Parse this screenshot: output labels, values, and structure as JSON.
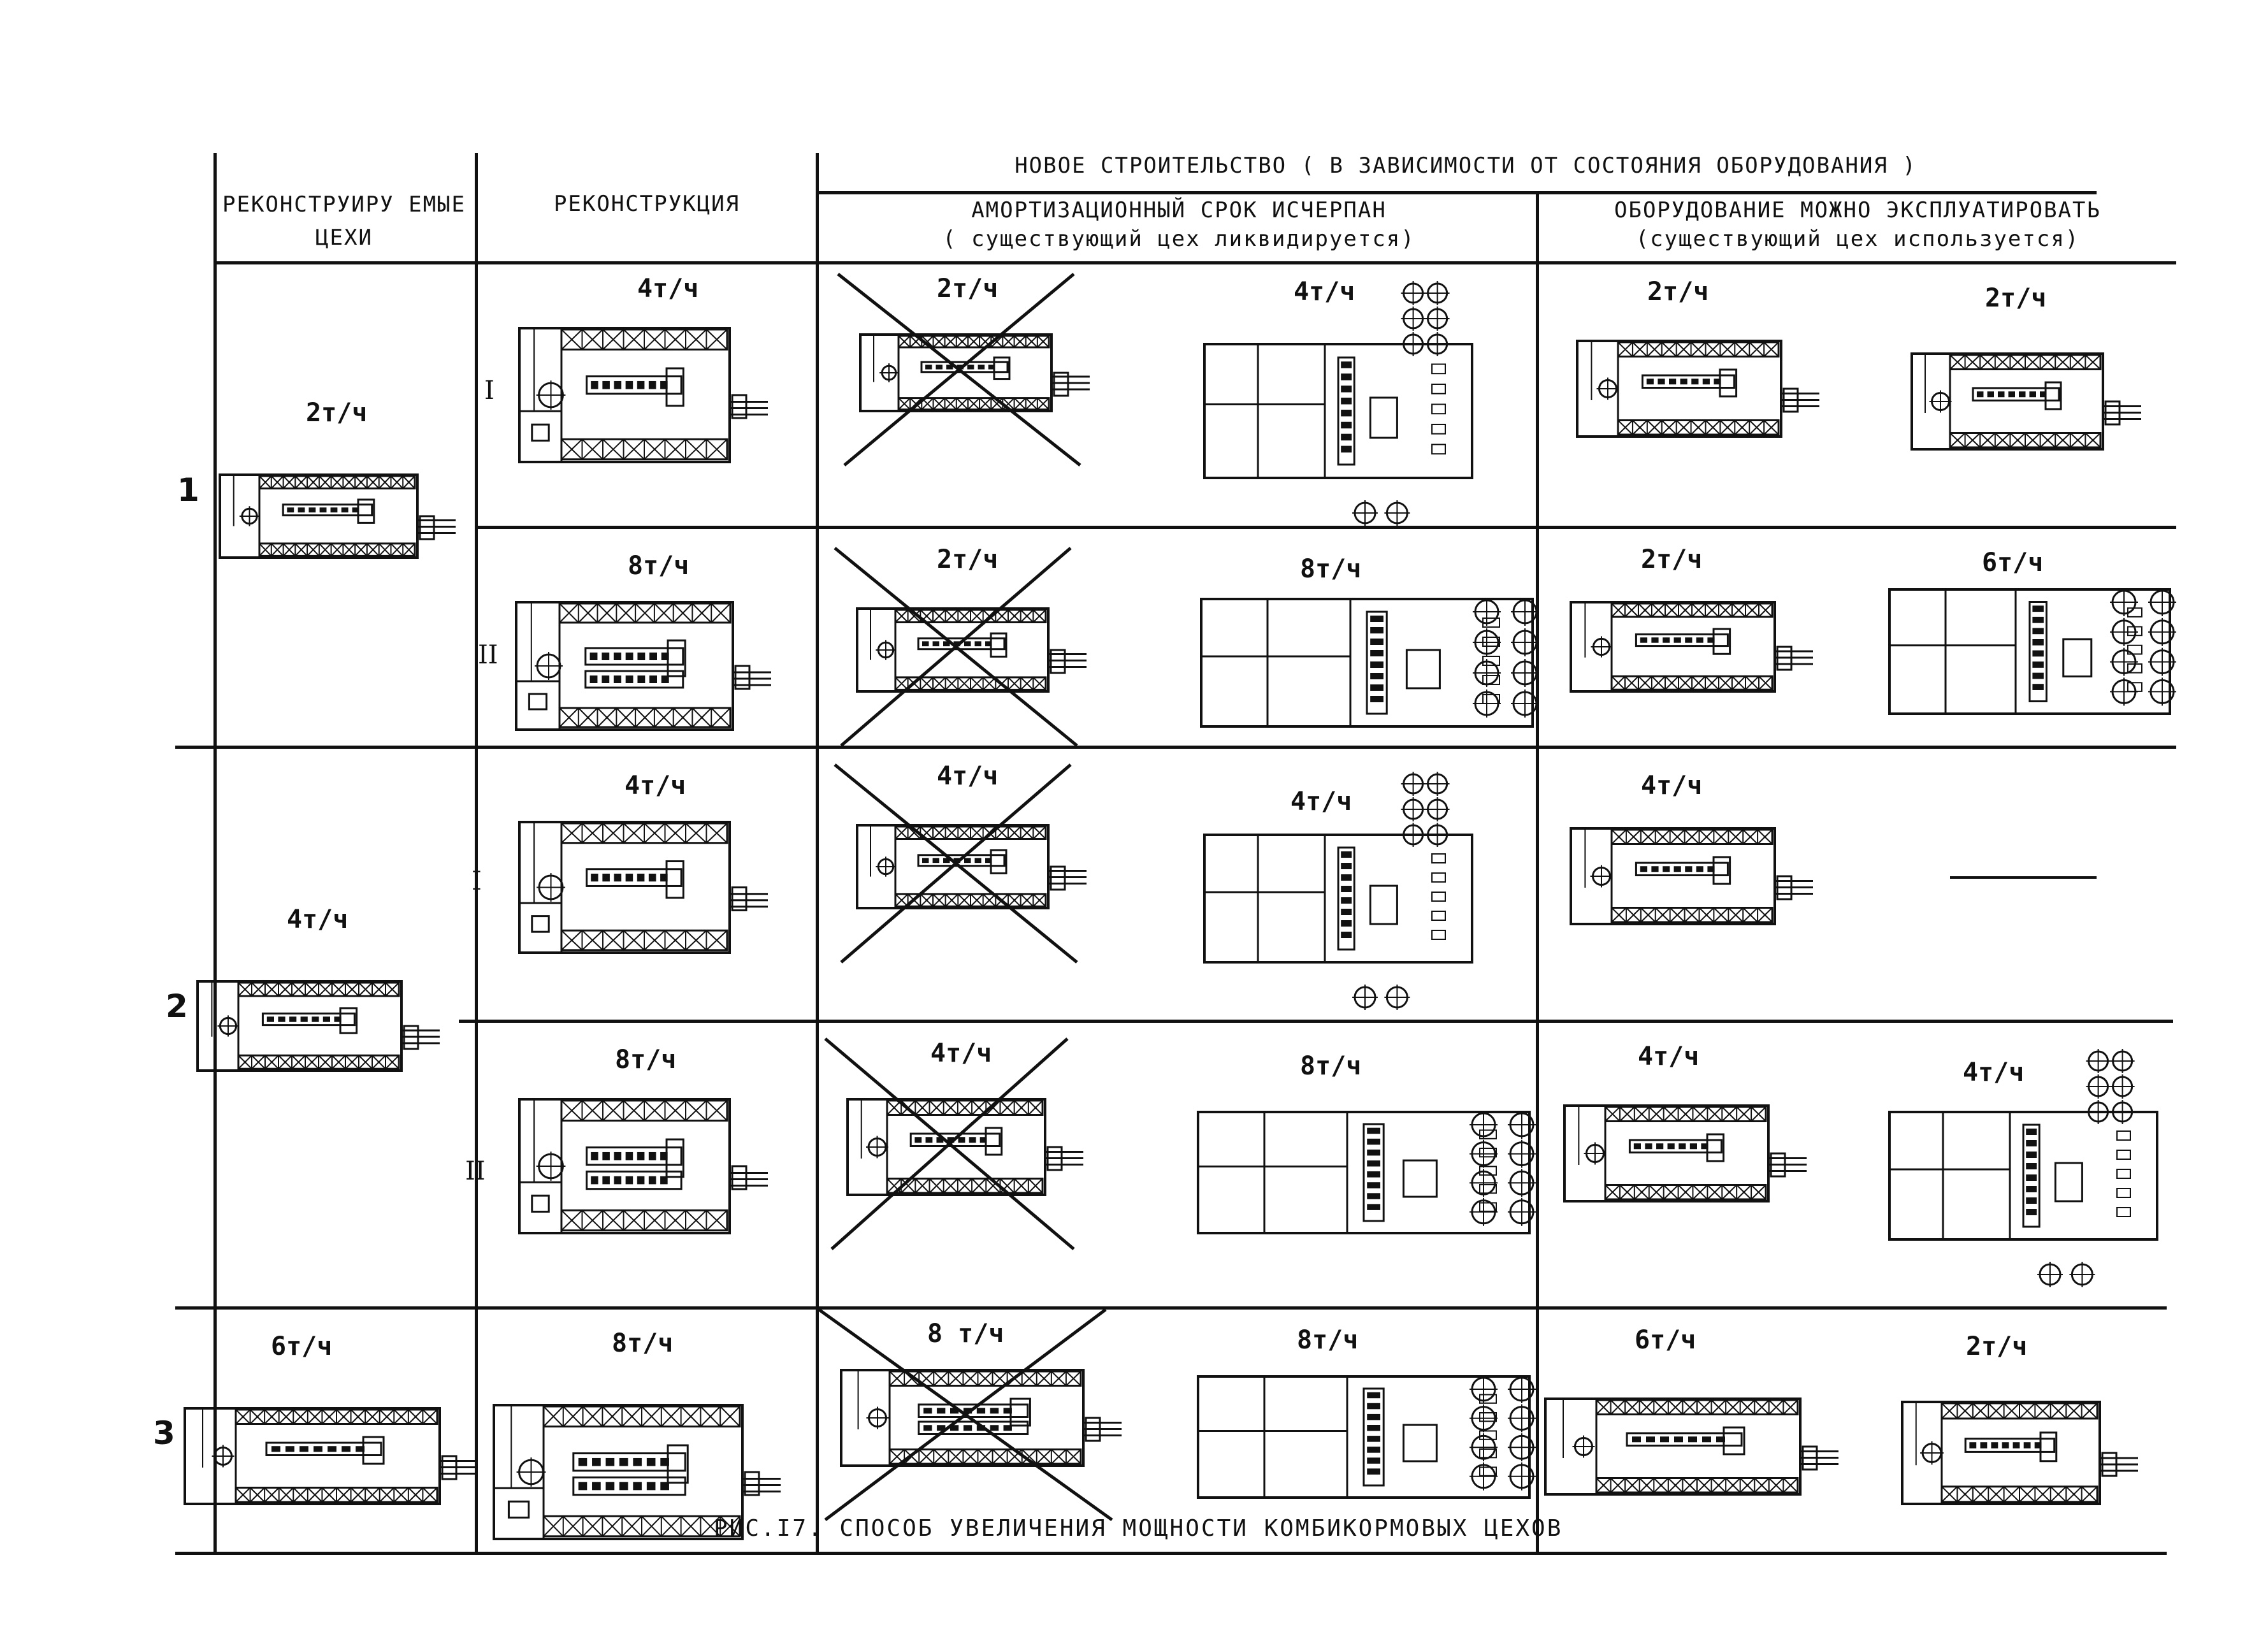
{
  "header": {
    "col_reconstructed": "РЕКОНСТРУИРУ ЕМЫЕ ЦЕХИ",
    "col_reconstruction": "РЕКОНСТРУКЦИЯ",
    "col_new": "НОВОЕ СТРОИТЕЛЬСТВО ( В ЗАВИСИМОСТИ ОТ СОСТОЯНИЯ ОБОРУДОВАНИЯ )",
    "sub_expired": "АМОРТИЗАЦИОННЫЙ СРОК ИСЧЕРПАН",
    "sub_expired_note": "( существующий цех ликвидируется)",
    "sub_usable": "ОБОРУДОВАНИЕ МОЖНО ЭКСПЛУАТИРОВАТЬ",
    "sub_usable_note": "(существующий цех используется)"
  },
  "rows": [
    {
      "num": "1",
      "existing": "2т/ч",
      "variants": [
        {
          "roman": "I",
          "recon": "4т/ч",
          "liquid_old": "2т/ч",
          "liquid_new": "4т/ч",
          "use_old": "2т/ч",
          "use_new": "2т/ч"
        },
        {
          "roman": "II",
          "recon": "8т/ч",
          "liquid_old": "2т/ч",
          "liquid_new": "8т/ч",
          "use_old": "2т/ч",
          "use_new": "6т/ч"
        }
      ]
    },
    {
      "num": "2",
      "existing": "4т/ч",
      "variants": [
        {
          "roman": "I",
          "recon": "4т/ч",
          "liquid_old": "4т/ч",
          "liquid_new": "4т/ч",
          "use_old": "4т/ч",
          "use_new": ""
        },
        {
          "roman": "II",
          "recon": "8т/ч",
          "liquid_old": "4т/ч",
          "liquid_new": "8т/ч",
          "use_old": "4т/ч",
          "use_new": "4т/ч"
        }
      ]
    },
    {
      "num": "3",
      "existing": "6т/ч",
      "variants": [
        {
          "roman": "",
          "recon": "8т/ч",
          "liquid_old": "8 т/ч",
          "liquid_new": "8т/ч",
          "use_old": "6т/ч",
          "use_new": "2т/ч"
        }
      ]
    }
  ],
  "figure_caption": "РИС.I7. СПОСОБ УВЕЛИЧЕНИЯ МОЩНОСТИ КОМБИКОРМОВЫХ ЦЕХОВ"
}
